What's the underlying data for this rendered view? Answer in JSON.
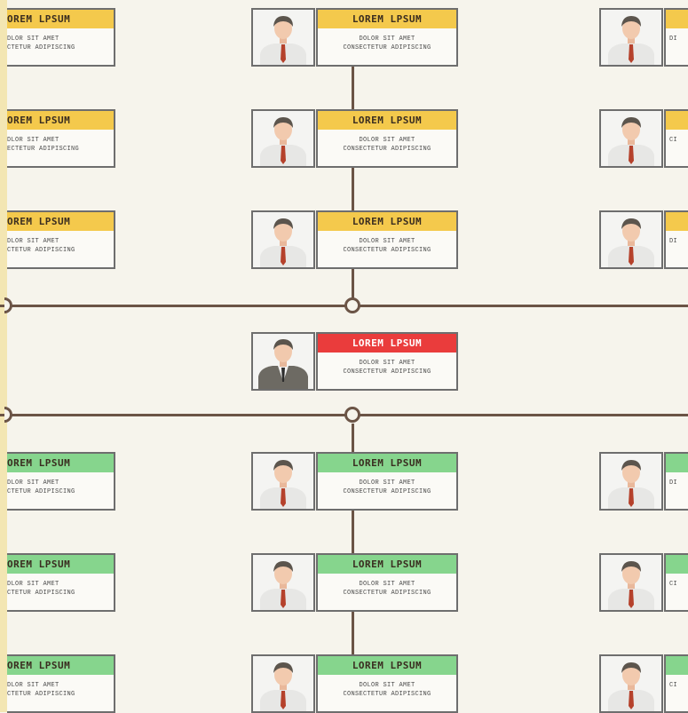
{
  "colors": {
    "leader": "#ea3c3c",
    "upper_team": "#f4c94c",
    "lower_team": "#86d58d",
    "connector": "#6b5446"
  },
  "leader": {
    "name": "LOREM LPSUM",
    "line1": "DOLOR SIT AMET",
    "line2": "CONSECTETUR ADIPISCING",
    "icon": "manager-avatar-icon"
  },
  "left_column": [
    {
      "name": "OREM LPSUM",
      "line1": "DLOR SIT AMET",
      "line2": "CTETUR ADIPISCING",
      "group": "upper"
    },
    {
      "name": "OREM LPSUM",
      "line1": "DLOR SIT AMET",
      "line2": "ECTETUR ADIPISCING",
      "group": "upper"
    },
    {
      "name": "OREM LPSUM",
      "line1": "DLOR SIT AMET",
      "line2": "CTETUR ADIPISCING",
      "group": "upper"
    },
    {
      "name": "OREM LPSUM",
      "line1": "DLOR SIT AMET",
      "line2": "CTETUR ADIPISCING",
      "group": "lower"
    },
    {
      "name": "OREM LPSUM",
      "line1": "DLOR SIT AMET",
      "line2": "CTETUR ADIPISCING",
      "group": "lower"
    },
    {
      "name": "OREM LPSUM",
      "line1": "DLOR SIT AMET",
      "line2": "CTETUR ADIPISCING",
      "group": "lower"
    }
  ],
  "center_column": [
    {
      "name": "LOREM LPSUM",
      "line1": "DOLOR SIT AMET",
      "line2": "CONSECTETUR ADIPISCING",
      "group": "upper"
    },
    {
      "name": "LOREM LPSUM",
      "line1": "DOLOR SIT AMET",
      "line2": "CONSECTETUR ADIPISCING",
      "group": "upper"
    },
    {
      "name": "LOREM LPSUM",
      "line1": "DOLOR SIT AMET",
      "line2": "CONSECTETUR ADIPISCING",
      "group": "upper"
    },
    {
      "name": "LOREM LPSUM",
      "line1": "DOLOR SIT AMET",
      "line2": "CONSECTETUR ADIPISCING",
      "group": "lower"
    },
    {
      "name": "LOREM LPSUM",
      "line1": "DOLOR SIT AMET",
      "line2": "CONSECTETUR ADIPISCING",
      "group": "lower"
    },
    {
      "name": "LOREM LPSUM",
      "line1": "DOLOR SIT AMET",
      "line2": "CONSECTETUR ADIPISCING",
      "group": "lower"
    }
  ],
  "right_column": [
    {
      "name": "",
      "line1": "DI",
      "line2": "",
      "group": "upper"
    },
    {
      "name": "",
      "line1": "CI",
      "line2": "",
      "group": "upper"
    },
    {
      "name": "",
      "line1": "DI",
      "line2": "",
      "group": "upper"
    },
    {
      "name": "",
      "line1": "DI",
      "line2": "",
      "group": "lower"
    },
    {
      "name": "",
      "line1": "CI",
      "line2": "",
      "group": "lower"
    },
    {
      "name": "",
      "line1": "CI",
      "line2": "",
      "group": "lower"
    }
  ]
}
